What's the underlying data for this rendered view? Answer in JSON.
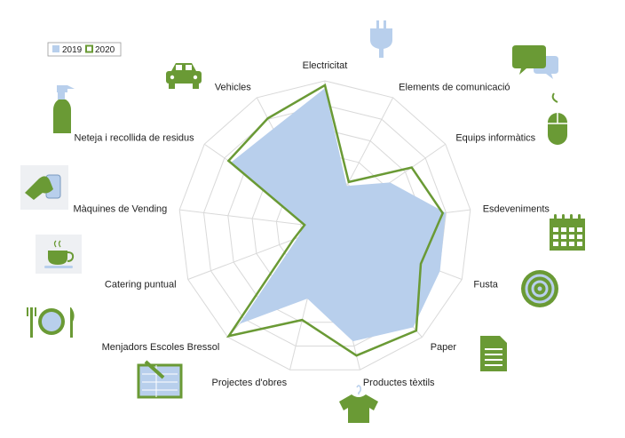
{
  "chart_data": {
    "type": "radar",
    "categories": [
      "Electricitat",
      "Elements de comunicació",
      "Equips informàtics",
      "Esdeveniments",
      "Fusta",
      "Paper",
      "Productes tèxtils",
      "Projectes d'obres",
      "Menjadors Escoles Bressol",
      "Catering puntual",
      "Màquines de Vending",
      "Neteja i recollida de residus",
      "Vehicles"
    ],
    "series": [
      {
        "name": "2019",
        "values": [
          0.95,
          0.32,
          0.54,
          0.83,
          0.84,
          0.91,
          0.8,
          0.5,
          0.88,
          0.2,
          0.14,
          0.78,
          0.76
        ]
      },
      {
        "name": "2020",
        "values": [
          0.97,
          0.35,
          0.72,
          0.81,
          0.7,
          0.94,
          0.9,
          0.65,
          0.99,
          0.23,
          0.14,
          0.8,
          0.84
        ]
      }
    ],
    "rlim": [
      0,
      1
    ],
    "grid": true,
    "legend": "top-left",
    "colors": {
      "2019": "#b8cfec",
      "2020": "#6a9a35",
      "grid": "#d9d9d9"
    },
    "icons": [
      "plug-icon",
      "speech-bubbles-icon",
      "computer-mouse-icon",
      "calendar-icon",
      "wood-rings-icon",
      "document-icon",
      "t-shirt-icon",
      "blueprint-icon",
      "plate-cutlery-icon",
      "coffee-cup-icon",
      "vending-hand-icon",
      "spray-bottle-icon",
      "car-icon"
    ]
  }
}
